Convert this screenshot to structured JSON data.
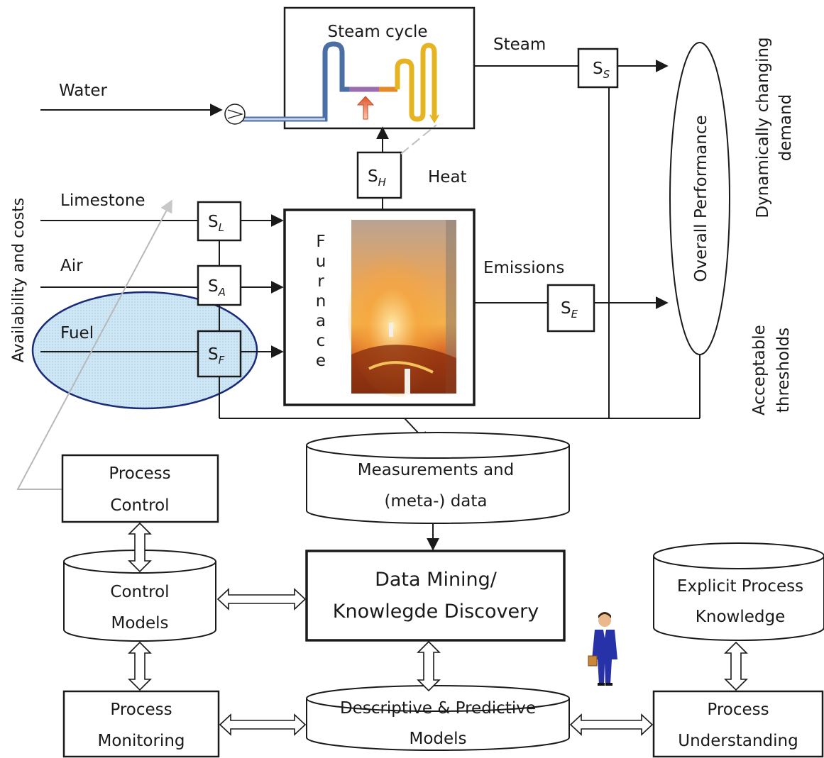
{
  "labels": {
    "steam_cycle": "Steam cycle",
    "steam": "Steam",
    "water": "Water",
    "heat": "Heat",
    "limestone": "Limestone",
    "air": "Air",
    "fuel": "Fuel",
    "emissions": "Emissions",
    "furnace_letters": [
      "F",
      "u",
      "r",
      "n",
      "a",
      "c",
      "e"
    ],
    "overall_performance": "Overall Performance",
    "availability_costs": "Availability and costs",
    "demand_line1": "Dynamically changing",
    "demand_line2": "demand",
    "thresholds_line1": "Acceptable",
    "thresholds_line2": "thresholds"
  },
  "sensors": {
    "s_s": {
      "base": "S",
      "sub": "S"
    },
    "s_h": {
      "base": "S",
      "sub": "H"
    },
    "s_l": {
      "base": "S",
      "sub": "L"
    },
    "s_a": {
      "base": "S",
      "sub": "A"
    },
    "s_f": {
      "base": "S",
      "sub": "F"
    },
    "s_e": {
      "base": "S",
      "sub": "E"
    }
  },
  "nodes": {
    "measurements": [
      "Measurements and",
      "(meta-) data"
    ],
    "data_mining": [
      "Data Mining/",
      "Knowlegde Discovery"
    ],
    "explicit_knowledge": [
      "Explicit  Process",
      "Knowledge"
    ],
    "process_control": [
      "Process",
      "Control"
    ],
    "control_models": [
      "Control",
      "Models"
    ],
    "descriptive_models": [
      "Descriptive & Predictive",
      "Models"
    ],
    "process_monitoring": [
      "Process",
      "Monitoring"
    ],
    "process_understanding": [
      "Process",
      "Understanding"
    ]
  },
  "colors": {
    "fuel_highlight": "#cfe6f5",
    "fuel_outline": "#1a2c78",
    "pipe_blue": "#4a6fa5",
    "pipe_purple": "#9a6db0",
    "pipe_orange": "#e58a2a",
    "pipe_yellow": "#e6b422",
    "flame_core": "#f7a53a"
  }
}
